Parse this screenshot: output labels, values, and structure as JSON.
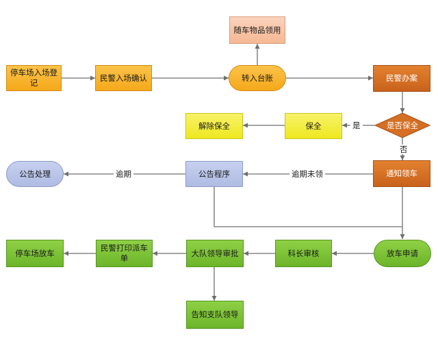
{
  "nodes": {
    "parking_register": "停车场入场登记",
    "police_confirm": "民警入场确认",
    "transfer_ledger": "转入台账",
    "items_collect": "随车物品领用",
    "police_handle": "民警办案",
    "is_preserve": "是否保全",
    "preserve": "保全",
    "release_preserve": "解除保全",
    "notify_pickup": "通知领车",
    "announce_procedure": "公告程序",
    "announce_handle": "公告处理",
    "release_apply": "放车申请",
    "section_review": "科长审核",
    "brigade_approve": "大队领导审批",
    "print_order": "民警打印派车单",
    "parking_release": "停车场放车",
    "notify_detachment": "告知支队领导"
  },
  "edge_labels": {
    "yes": "是",
    "no": "否",
    "overdue_not_collected": "逾期未领",
    "overdue": "逾期"
  },
  "colors": {
    "yellow": "#f4ee45",
    "orange": "#f7b52c",
    "rust": "#d46f24",
    "salmon": "#f8c6a7",
    "lavender": "#b9c4e8",
    "green": "#7cc236",
    "edge": "#6e6e6e"
  }
}
